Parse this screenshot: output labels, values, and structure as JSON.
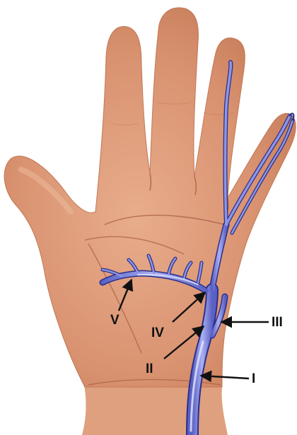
{
  "figure": {
    "labels": {
      "I": "I",
      "II": "II",
      "III": "III",
      "IV": "IV",
      "V": "V"
    },
    "colors": {
      "skin": "#d9906c",
      "skin_light": "#e7a987",
      "skin_shadow": "#b8704f",
      "crease": "#a76146",
      "nerve_fill": "#7f86d8",
      "nerve_outline": "#2a2f8c",
      "nerve_highlight": "#dfe2ff",
      "arrow": "#111111"
    }
  }
}
